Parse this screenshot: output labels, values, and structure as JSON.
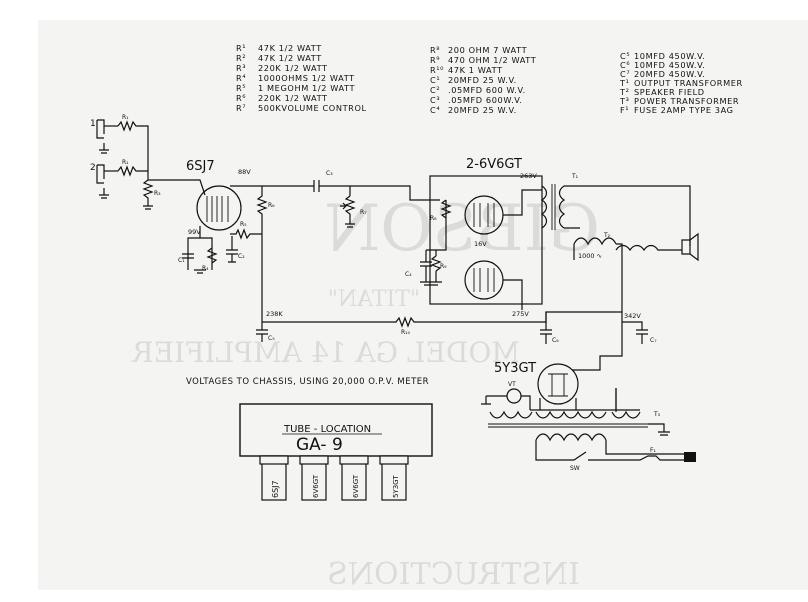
{
  "parts_list": {
    "resistors_col1": [
      {
        "ref": "R¹",
        "value": "47K 1/2 WATT"
      },
      {
        "ref": "R²",
        "value": "47K 1/2 WATT"
      },
      {
        "ref": "R³",
        "value": "220K 1/2 WATT"
      },
      {
        "ref": "R⁴",
        "value": "1000OHMS 1/2 WATT"
      },
      {
        "ref": "R⁵",
        "value": "1 MEGOHM 1/2 WATT"
      },
      {
        "ref": "R⁶",
        "value": "220K 1/2 WATT"
      },
      {
        "ref": "R⁷",
        "value": "500KVOLUME CONTROL"
      }
    ],
    "col2": [
      {
        "ref": "R⁸",
        "value": "200 OHM 7 WATT"
      },
      {
        "ref": "R⁹",
        "value": "470 OHM 1/2 WATT"
      },
      {
        "ref": "R¹⁰",
        "value": "47K 1 WATT"
      },
      {
        "ref": "C¹",
        "value": "20MFD 25 W.V."
      },
      {
        "ref": "C²",
        "value": ".05MFD 600 W.V."
      },
      {
        "ref": "C³",
        "value": ".05MFD 600W.V."
      },
      {
        "ref": "C⁴",
        "value": "20MFD 25 W.V."
      }
    ],
    "col3": [
      {
        "ref": "C⁵",
        "value": "10MFD 450W.V."
      },
      {
        "ref": "C⁶",
        "value": "10MFD 450W.V."
      },
      {
        "ref": "C⁷",
        "value": "20MFD 450W.V."
      },
      {
        "ref": "T¹",
        "value": "OUTPUT TRANSFORMER"
      },
      {
        "ref": "T²",
        "value": "SPEAKER FIELD"
      },
      {
        "ref": "T³",
        "value": "POWER TRANSFORMER"
      },
      {
        "ref": "F¹",
        "value": "FUSE 2AMP TYPE 3AG"
      }
    ]
  },
  "tubes": {
    "preamp": "6SJ7",
    "output": "2-6V6GT",
    "rectifier": "5Y3GT"
  },
  "voltages": {
    "preamp_plate": "88V",
    "output_plate": "263V",
    "cathode": "16V",
    "b_plus_1": "238K",
    "b_plus_2": "275V",
    "rectifier": "342V",
    "preamp_cathode": "99V",
    "field": "1000 ∿"
  },
  "component_labels": {
    "inputs": [
      "1",
      "2"
    ],
    "r1": "R₁",
    "r1b": "R₁",
    "r3": "R₃",
    "r4": "R₄",
    "r5": "R₅",
    "r6": "R₆",
    "r7": "R₇",
    "r8": "R₈",
    "r9": "R₉",
    "r10": "R₁₀",
    "c1": "C₁",
    "c2": "C₂",
    "c3": "C₃",
    "c4": "C₄",
    "c5": "C₅",
    "c6": "C₆",
    "c7": "C₇",
    "t1": "T₁",
    "t2": "T₂",
    "t3": "T₃",
    "sw": "SW",
    "f1": "F₁",
    "vt": "VT"
  },
  "caption": "VOLTAGES TO CHASSIS, USING 20,000 O.P.V. METER",
  "tube_location": {
    "title": "TUBE - LOCATION",
    "model": "GA- 9",
    "sockets": [
      "6SJ7",
      "6V6GT",
      "6V6GT",
      "5Y3GT"
    ]
  },
  "ghost_text": {
    "brand": "GIBSON",
    "titan": "\"TITAN\"",
    "model_line": "MODEL GA 14 AMPLIFIER",
    "instructions": "INSTRUCTIONS"
  }
}
